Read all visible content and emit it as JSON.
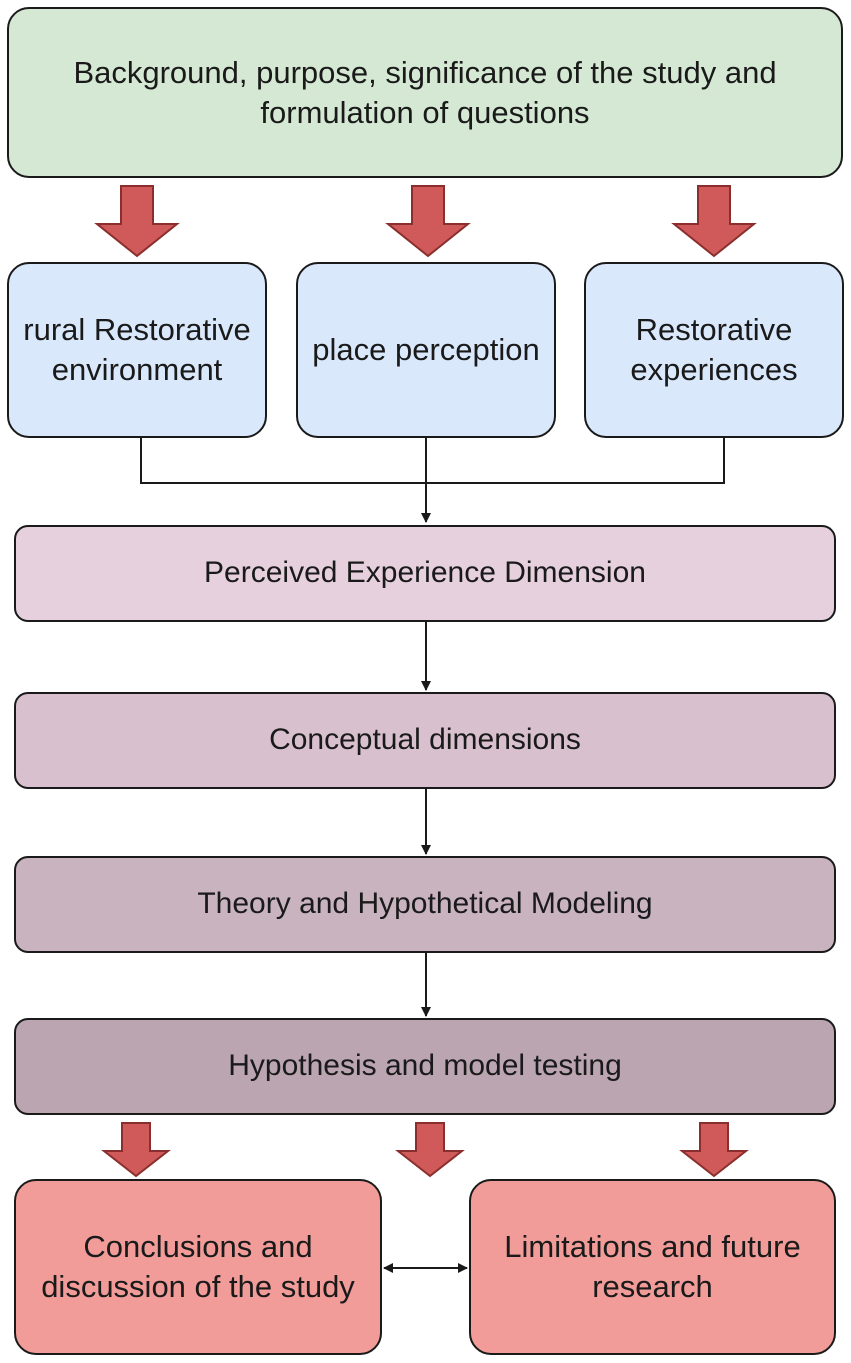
{
  "colors": {
    "top": "#d5e8d4",
    "middle": "#dae8fc",
    "step1": "#e6d0de",
    "step2": "#d8c0cf",
    "step3": "#c9b3bf",
    "step4": "#baa5b1",
    "bottom": "#f19c99",
    "block_arrow_fill": "#d05a59",
    "block_arrow_stroke": "#8a2f2e",
    "line": "#1a1a1a"
  },
  "nodes": {
    "background": "Background, purpose, significance of the study and formulation of questions",
    "rural": "rural Restorative environment",
    "place": "place perception",
    "restorative": "Restorative experiences",
    "perceived": "Perceived Experience Dimension",
    "conceptual": "Conceptual dimensions",
    "theory": "Theory and Hypothetical Modeling",
    "hypothesis": "Hypothesis and model testing",
    "conclusions": "Conclusions and discussion of the study",
    "limitations": "Limitations and future research"
  }
}
